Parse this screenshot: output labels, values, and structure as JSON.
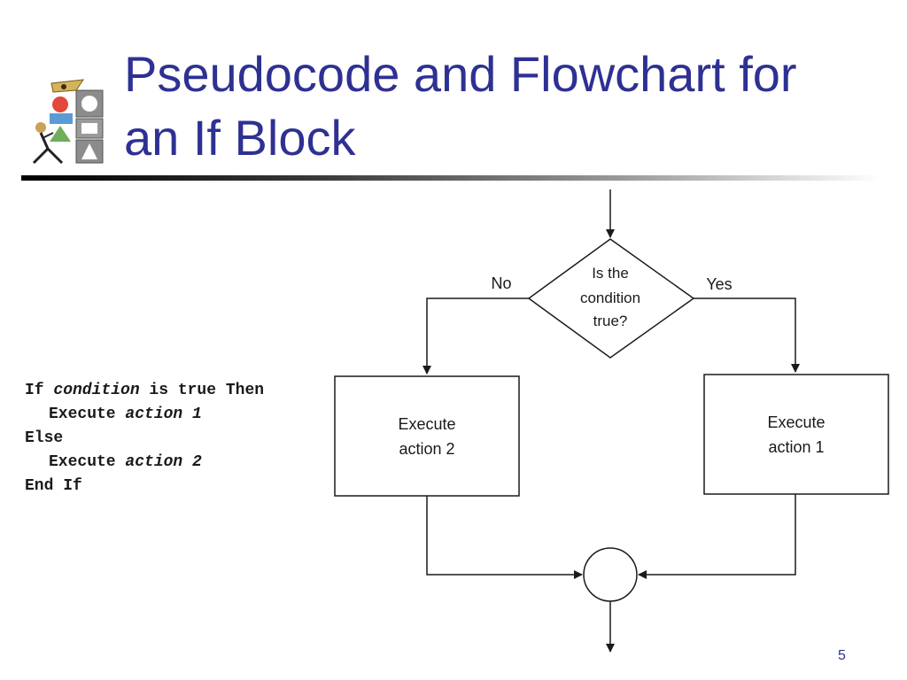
{
  "slide": {
    "title_line_1": "Pseudocode and Flowchart for",
    "title_line_2": "an If Block",
    "page_number": "5",
    "colors": {
      "title": "#2e3192",
      "text": "#1a1a1a"
    }
  },
  "pseudocode": {
    "lines": [
      {
        "parts": [
          {
            "text": "If ",
            "style": "normal"
          },
          {
            "text": "condition",
            "style": "italic"
          },
          {
            "text": " is true Then",
            "style": "normal"
          }
        ]
      },
      {
        "parts": [
          {
            "text": "Execute ",
            "style": "normal"
          },
          {
            "text": "action 1",
            "style": "italic"
          }
        ]
      },
      {
        "parts": [
          {
            "text": "Else",
            "style": "normal"
          }
        ]
      },
      {
        "parts": [
          {
            "text": "Execute ",
            "style": "normal"
          },
          {
            "text": "action 2",
            "style": "italic"
          }
        ]
      },
      {
        "parts": [
          {
            "text": "End If",
            "style": "normal"
          }
        ]
      }
    ]
  },
  "flowchart": {
    "decision": {
      "lines": [
        "Is the",
        "condition",
        "true?"
      ]
    },
    "branch_no_label": "No",
    "branch_yes_label": "Yes",
    "box_left": {
      "lines": [
        "Execute",
        "action 2"
      ]
    },
    "box_right": {
      "lines": [
        "Execute",
        "action 1"
      ]
    },
    "connector": "circle"
  }
}
